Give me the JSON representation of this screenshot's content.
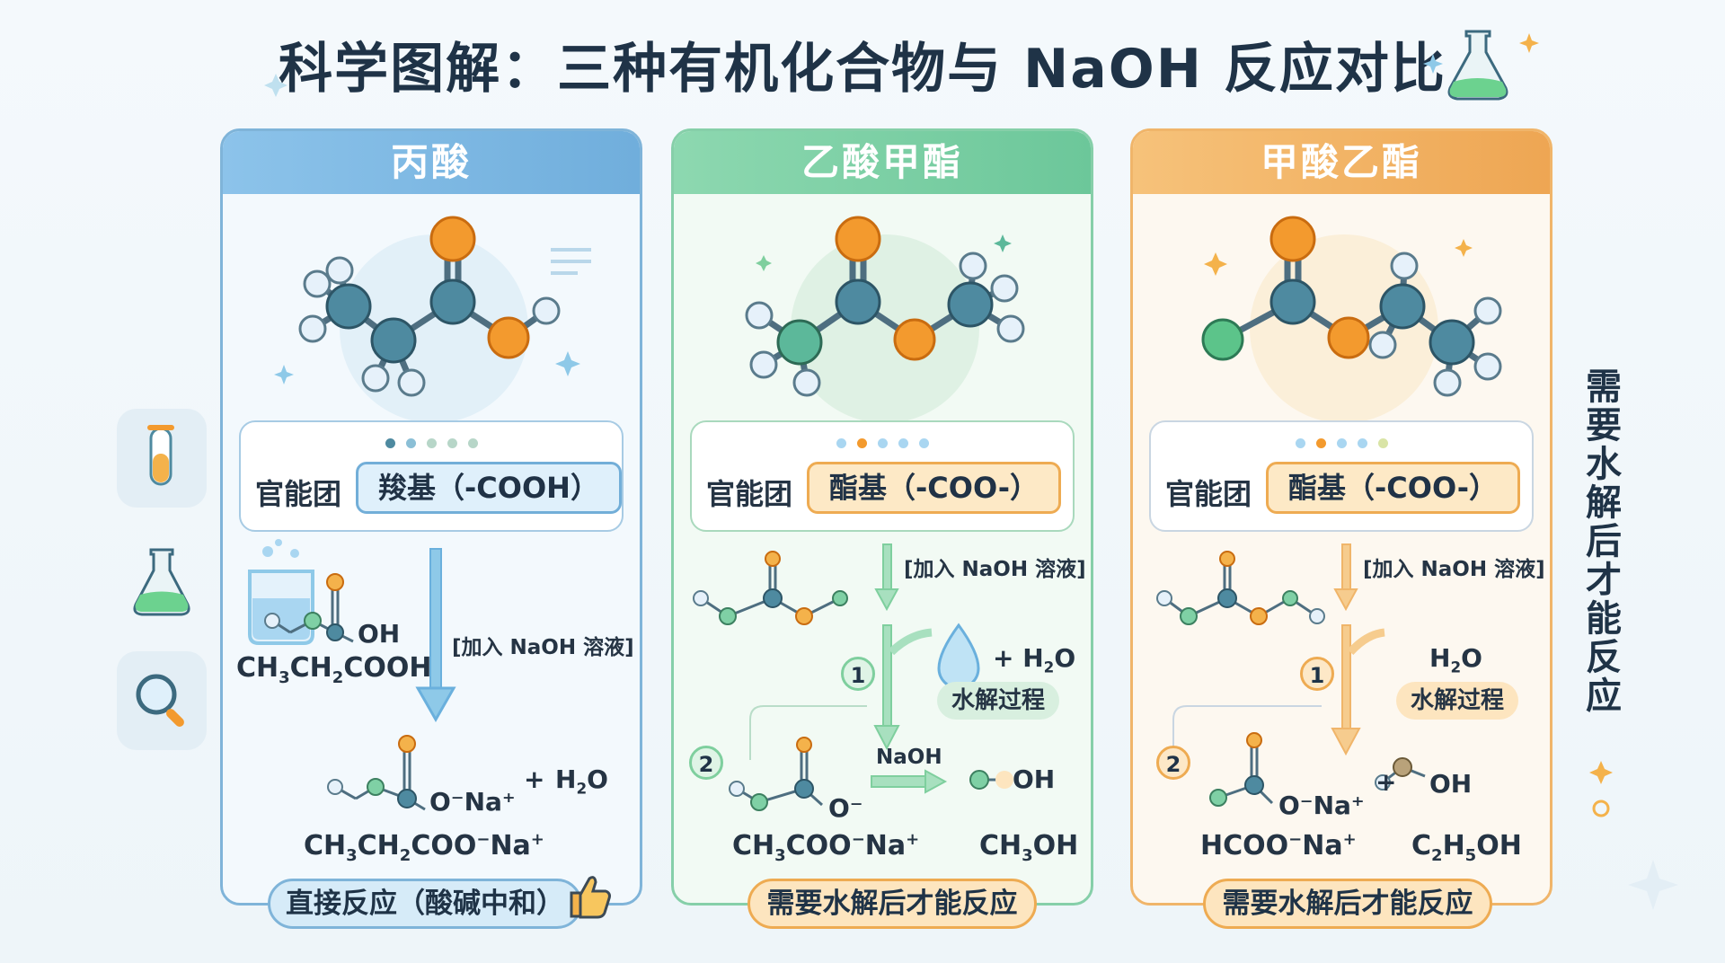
{
  "title": "科学图解：三种有机化合物与 NaOH 反应对比",
  "side_note": "需要水解后才能反应",
  "panels": [
    {
      "name": "丙酸",
      "fg_label": "官能团",
      "fg_value": "羧基（-COOH）",
      "reactant_formula": "CH3CH2COOH",
      "reactant_oh": "OH",
      "reagent": "[加入 NaOH 溶液]",
      "product_ion": "O⁻Na⁺",
      "product_plus": "+",
      "product_water": "H2O",
      "product_formula": "CH3CH2COO⁻Na⁺",
      "conclusion": "直接反应（酸碱中和）"
    },
    {
      "name": "乙酸甲酯",
      "fg_label": "官能团",
      "fg_value": "酯基（-COO-）",
      "reagent": "[加入 NaOH 溶液]",
      "water_label": "+ H2O",
      "hydrolysis": "水解过程",
      "step1": "1",
      "step2": "2",
      "ion": "O⁻",
      "naoh": "NaOH",
      "alcohol_oh": "OH",
      "product_formula": "CH3COO⁻Na⁺",
      "alcohol_formula": "CH3OH",
      "conclusion": "需要水解后才能反应"
    },
    {
      "name": "甲酸乙酯",
      "fg_label": "官能团",
      "fg_value": "酯基（-COO-）",
      "reagent": "[加入 NaOH 溶液]",
      "water_label": "H2O",
      "hydrolysis": "水解过程",
      "step1": "1",
      "step2": "2",
      "ion": "O⁻Na⁺",
      "plus": "+",
      "alcohol_oh": "OH",
      "product_formula": "HCOO⁻Na⁺",
      "alcohol_formula": "C2H5OH",
      "conclusion": "需要水解后才能反应"
    }
  ],
  "colors": {
    "atom_orange": "#f39a2e",
    "atom_teal": "#4e8aa0",
    "atom_green": "#5cc48a",
    "atom_white": "#e6f1fa",
    "arrow_blue": "#6ab0dd",
    "arrow_green": "#7fcf9e",
    "arrow_orange": "#f0b56a"
  }
}
